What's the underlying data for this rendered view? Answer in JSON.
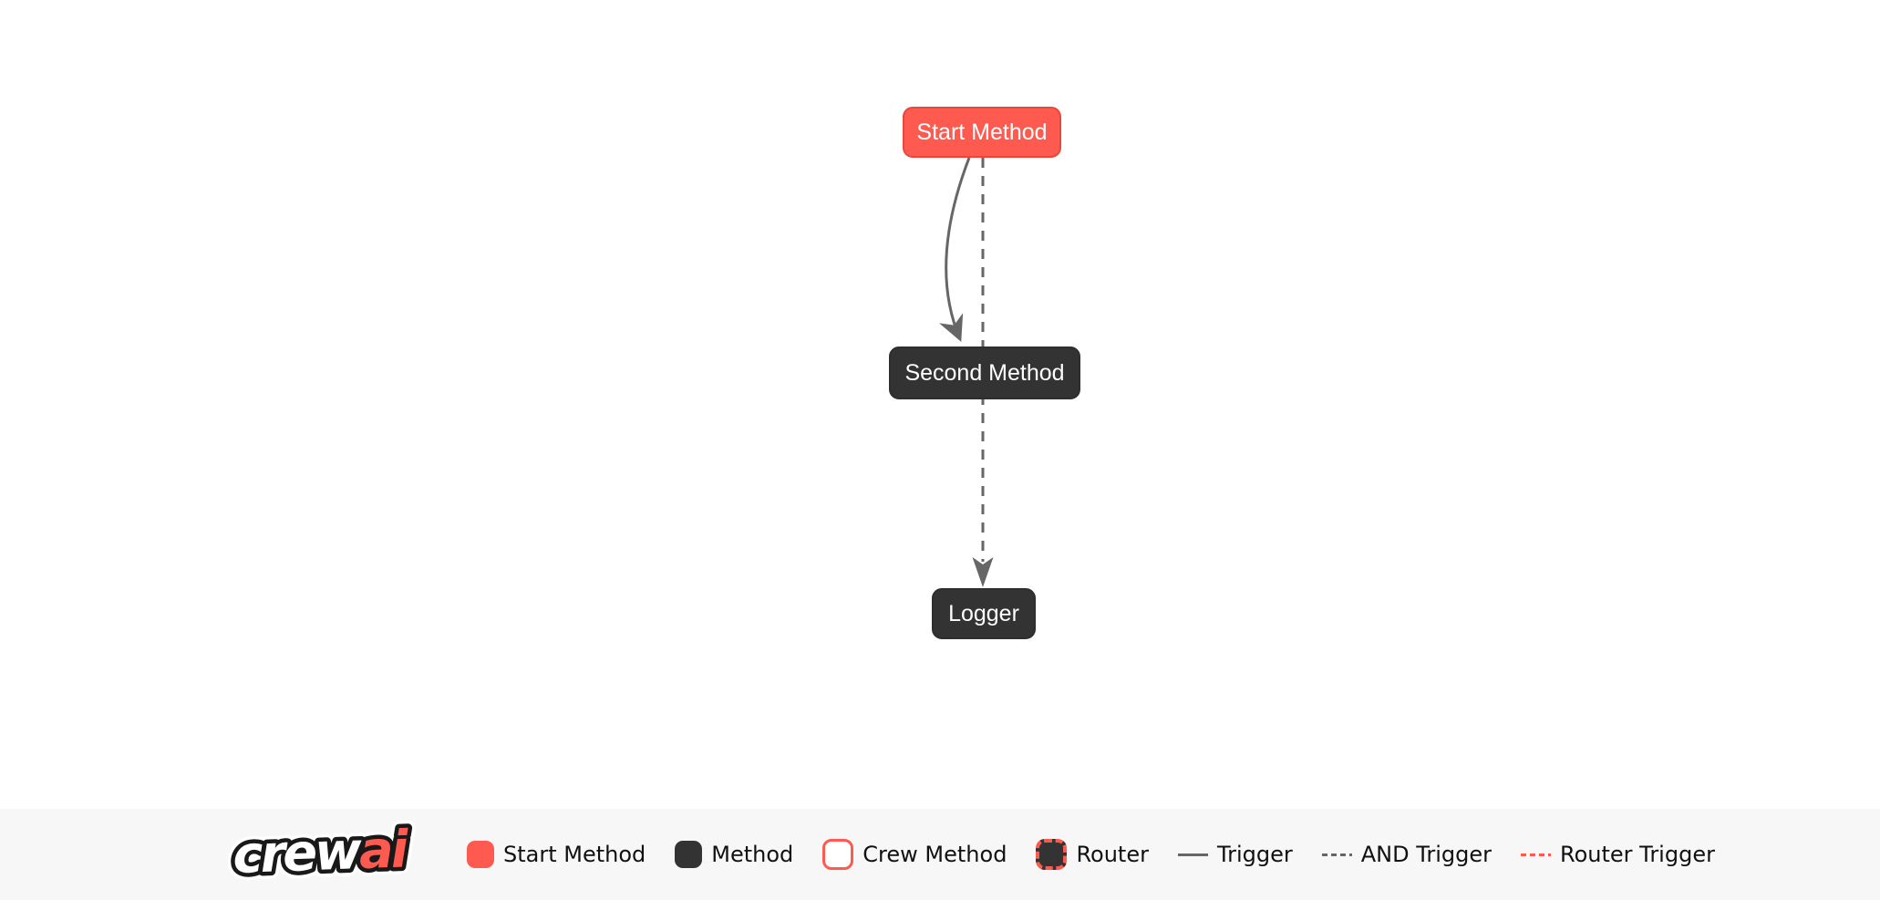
{
  "diagram": {
    "nodes": [
      {
        "label": "Start Method",
        "type": "start-method"
      },
      {
        "label": "Second Method",
        "type": "method"
      },
      {
        "label": "Logger",
        "type": "method"
      }
    ],
    "edges": [
      {
        "from": "Start Method",
        "to": "Second Method",
        "type": "trigger",
        "style": "solid-curved-arrow"
      },
      {
        "from": "Start Method",
        "to": "Logger",
        "type": "and-trigger",
        "style": "dashed-straight-arrow"
      }
    ]
  },
  "legend": {
    "logo": {
      "part1": "crew",
      "part2": "ai"
    },
    "items": [
      {
        "label": "Start Method",
        "swatch": "start-node-swatch"
      },
      {
        "label": "Method",
        "swatch": "method-node-swatch"
      },
      {
        "label": "Crew Method",
        "swatch": "crew-method-node-swatch"
      },
      {
        "label": "Router",
        "swatch": "router-node-swatch"
      },
      {
        "label": "Trigger",
        "swatch": "solid-gray-line"
      },
      {
        "label": "AND Trigger",
        "swatch": "dashed-gray-line"
      },
      {
        "label": "Router Trigger",
        "swatch": "dashed-red-line"
      }
    ]
  },
  "colors": {
    "start_node_bg": "#FF5A50",
    "start_node_border": "#E8473C",
    "method_node_bg": "#333333",
    "node_text": "#FFFFFF",
    "edge_gray": "#666666",
    "router_red": "#FF5A50",
    "legend_bg": "#F7F7F8",
    "legend_text": "#111111",
    "canvas_bg": "#FFFFFF"
  }
}
